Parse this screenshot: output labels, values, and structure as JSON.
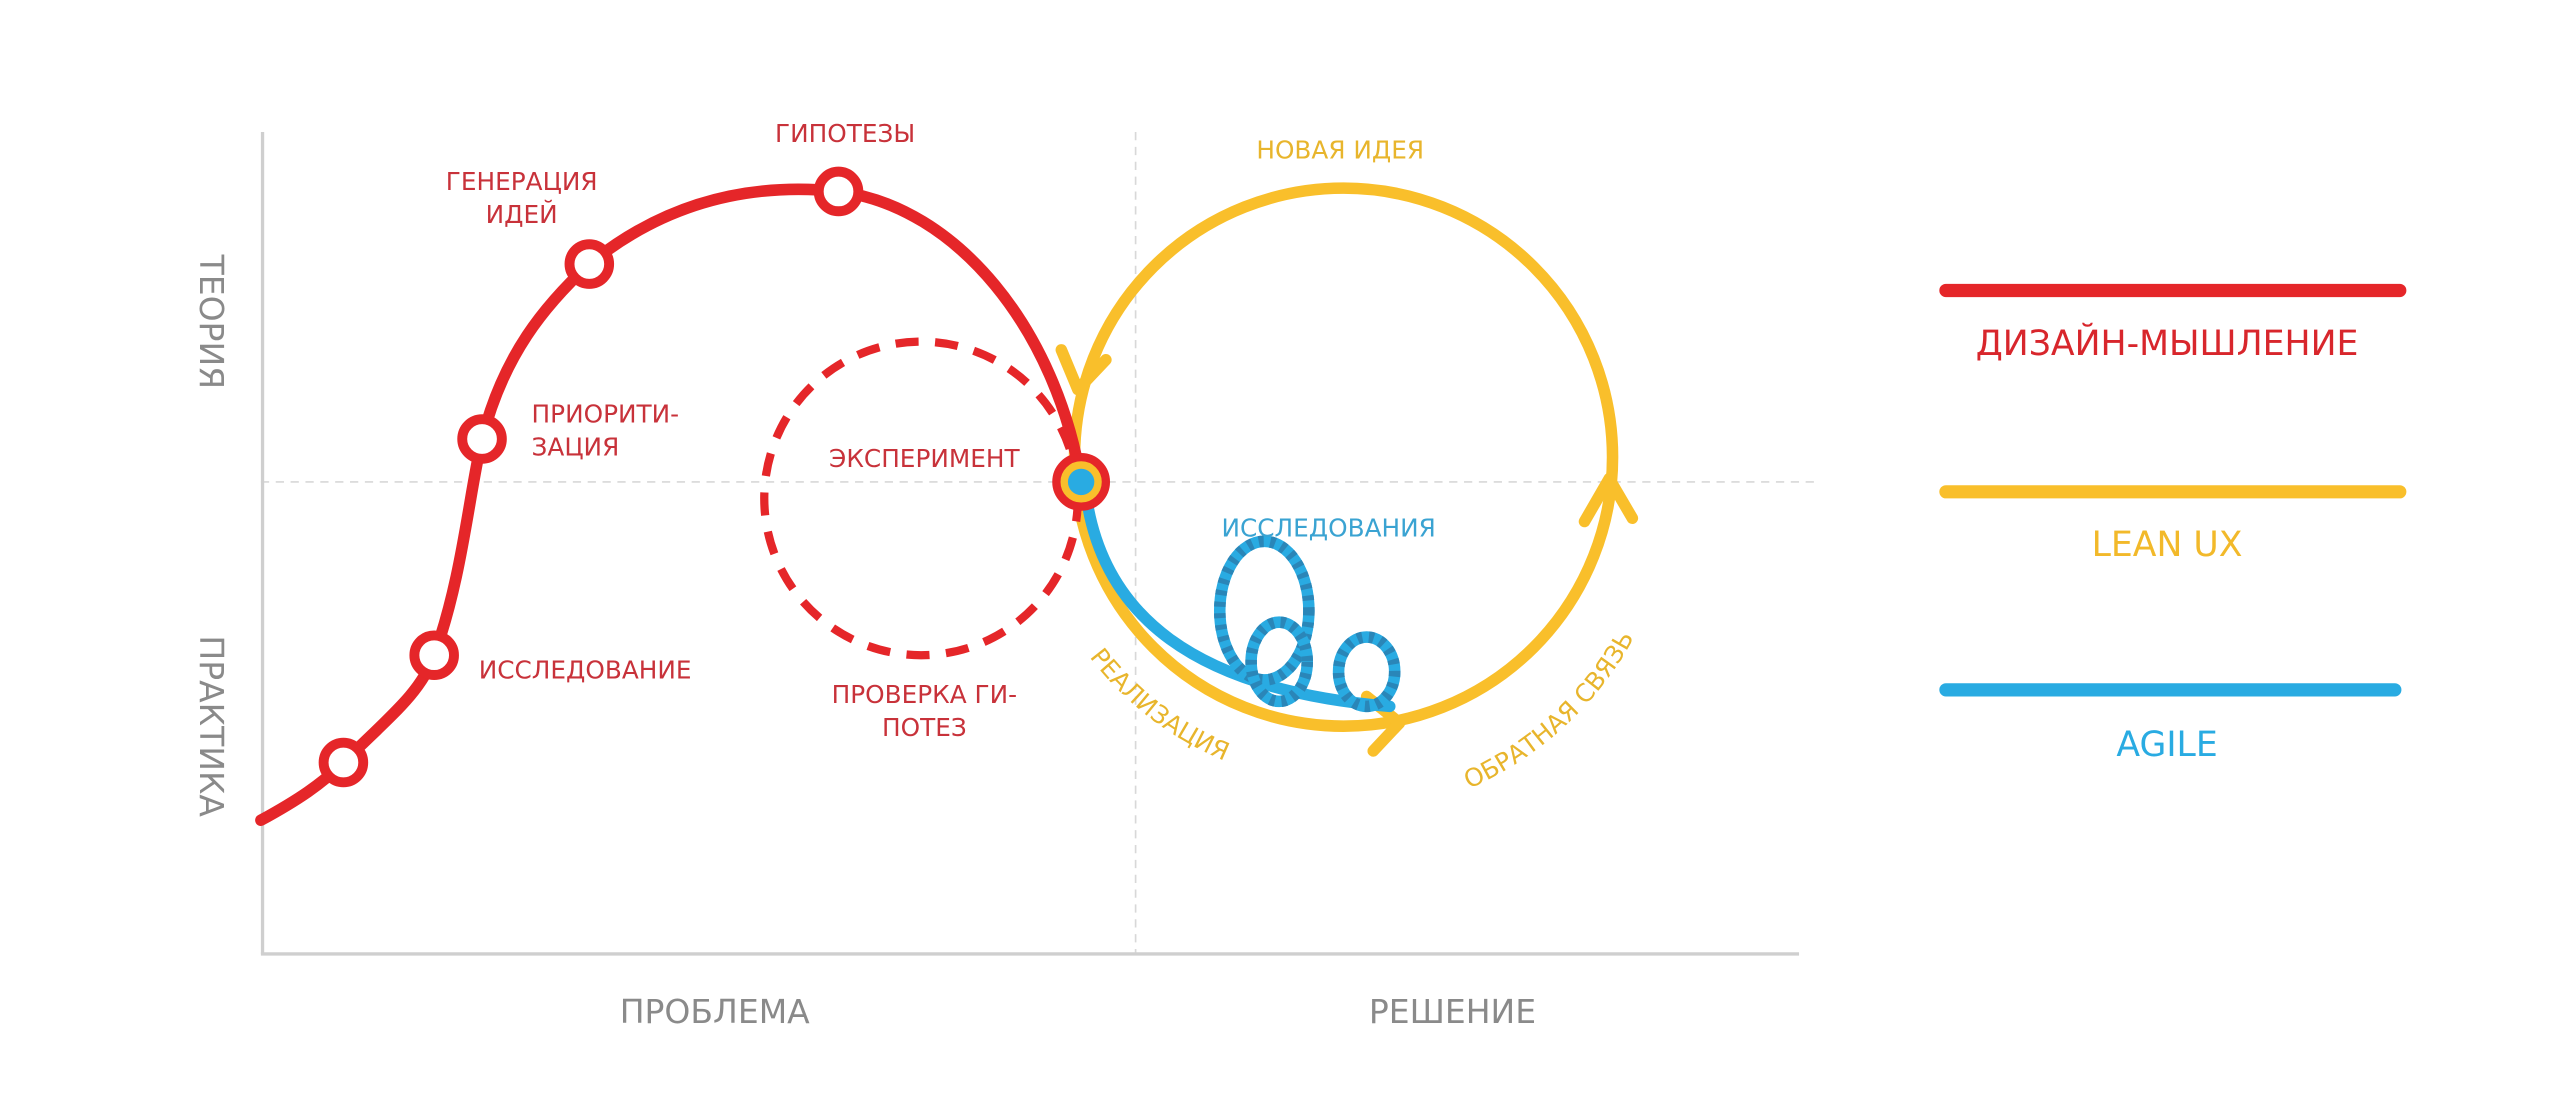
{
  "colors": {
    "design_thinking": "#e52629",
    "lean_ux": "#f9bf2b",
    "agile": "#29abe2",
    "axis": "#8a8a8a",
    "grid": "#d8d8d8"
  },
  "axes": {
    "y_top": "ТЕОРИЯ",
    "y_bottom": "ПРАКТИКА",
    "x_left": "ПРОБЛЕМА",
    "x_right": "РЕШЕНИЕ"
  },
  "design_thinking": {
    "hypotheses": "ГИПОТЕЗЫ",
    "ideation_1": "ГЕНЕРАЦИЯ",
    "ideation_2": "ИДЕЙ",
    "prioritization_1": "ПРИОРИТИ-",
    "prioritization_2": "ЗАЦИЯ",
    "research": "ИССЛЕДОВАНИЕ",
    "experiment": "ЭКСПЕРИМЕНТ",
    "testing_1": "ПРОВЕРКА ГИ-",
    "testing_2": "ПОТЕЗ"
  },
  "lean_ux": {
    "new_idea": "НОВАЯ ИДЕЯ",
    "implementation": "РЕАЛИЗАЦИЯ",
    "feedback": "ОБРАТНАЯ СВЯЗЬ"
  },
  "agile": {
    "research": "ИССЛЕДОВАНИЯ"
  },
  "legend": [
    {
      "label": "ДИЗАЙН-МЫШЛЕНИЕ",
      "color": "#e52629"
    },
    {
      "label": "LEAN UX",
      "color": "#f9bf2b"
    },
    {
      "label": "AGILE",
      "color": "#29abe2"
    }
  ]
}
